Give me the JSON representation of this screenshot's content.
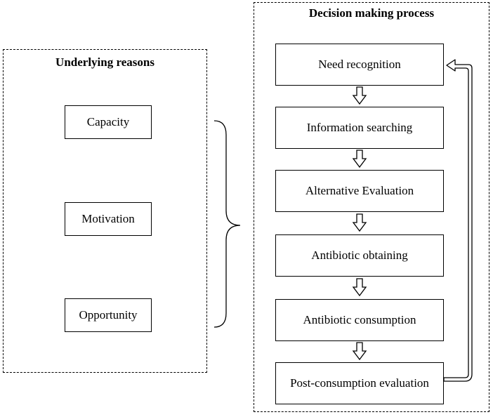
{
  "left_panel": {
    "title": "Underlying reasons",
    "items": [
      "Capacity",
      "Motivation",
      "Opportunity"
    ]
  },
  "right_panel": {
    "title": "Decision making process",
    "steps": [
      "Need recognition",
      "Information searching",
      "Alternative Evaluation",
      "Antibiotic obtaining",
      "Antibiotic consumption",
      "Post-consumption evaluation"
    ]
  },
  "colors": {
    "stroke": "#000000",
    "background": "#ffffff"
  }
}
